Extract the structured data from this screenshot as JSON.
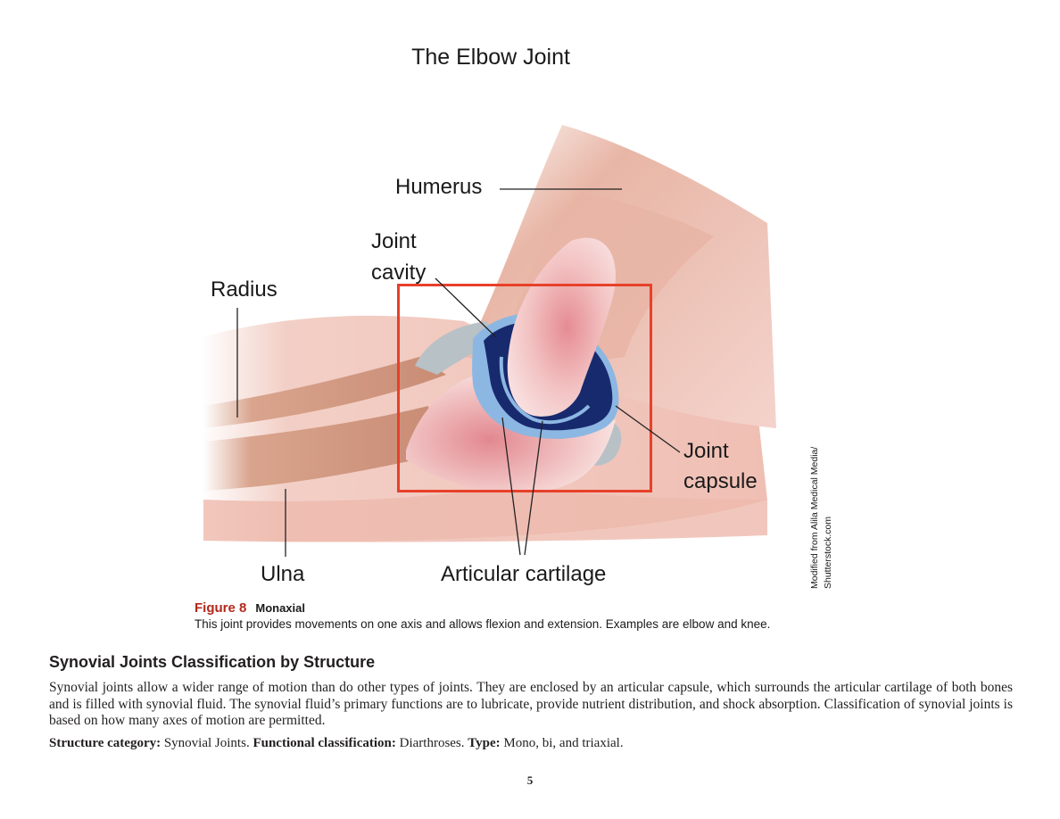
{
  "figure": {
    "title": "The Elbow Joint",
    "labels": {
      "humerus": "Humerus",
      "joint_cavity_line1": "Joint",
      "joint_cavity_line2": "cavity",
      "radius": "Radius",
      "joint_capsule_line1": "Joint",
      "joint_capsule_line2": "capsule",
      "ulna": "Ulna",
      "articular_cartilage": "Articular cartilage"
    },
    "credit_line1": "Modified from Alila Medical Media/",
    "credit_line2": "Shutterstock.com",
    "highlight_color": "#e8402a"
  },
  "caption": {
    "number": "Figure 8",
    "name": "Monaxial",
    "text": "This joint provides movements on one axis and allows flexion and extension. Examples are elbow and knee."
  },
  "section": {
    "heading": "Synovial Joints Classification by Structure",
    "paragraph": "Synovial joints allow a wider range of motion than do other types of joints. They are enclosed by an articular capsule, which surrounds the articular cartilage of both bones and is filled with synovial fluid. The synovial fluid’s primary functions are to lubricate, provide nutrient distribution, and shock absorption. Classification of synovial joints is based on how many axes of motion are permitted.",
    "structure_label": "Structure category:",
    "structure_value": "Synovial Joints.",
    "functional_label": "Functional classification:",
    "functional_value": "Diarthroses.",
    "type_label": "Type:",
    "type_value": "Mono, bi, and triaxial."
  },
  "page_number": "5"
}
